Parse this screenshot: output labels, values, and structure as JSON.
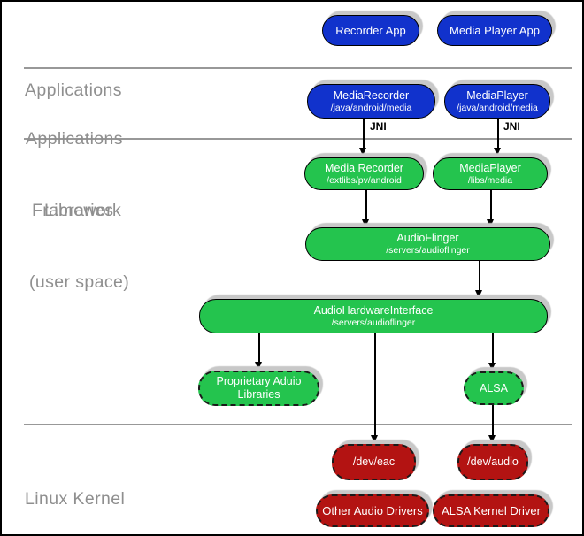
{
  "colors": {
    "blue": "#1132cc",
    "green": "#24c44e",
    "red": "#b31312",
    "label_gray": "#8f8f8f",
    "divider_gray": "#989898",
    "shadow": "#c8c8c8",
    "arrow": "#000000"
  },
  "layers": {
    "applications": "Applications",
    "framework": [
      "Applications",
      "Framework"
    ],
    "libraries": [
      "Libraries",
      "(user space)"
    ],
    "kernel": "Linux Kernel"
  },
  "edges": {
    "jni": "JNI"
  },
  "nodes": {
    "recorder_app": {
      "title": "Recorder App"
    },
    "media_player_app": {
      "title": "Media Player App"
    },
    "media_recorder_fw": {
      "title": "MediaRecorder",
      "path": "/java/android/media"
    },
    "media_player_fw": {
      "title": "MediaPlayer",
      "path": "/java/android/media"
    },
    "media_recorder_lib": {
      "title": "Media Recorder",
      "path": "/extlibs/pv/android"
    },
    "media_player_lib": {
      "title": "MediaPlayer",
      "path": "/libs/media"
    },
    "audio_flinger": {
      "title": "AudioFlinger",
      "path": "/servers/audioflinger"
    },
    "audio_hw_interface": {
      "title": "AudioHardwareInterface",
      "path": "/servers/audioflinger"
    },
    "proprietary_audio": {
      "title_lines": [
        "Proprietary Aduio",
        "Libraries"
      ]
    },
    "alsa": {
      "title": "ALSA"
    },
    "dev_eac": {
      "title": "/dev/eac"
    },
    "dev_audio": {
      "title": "/dev/audio"
    },
    "other_audio_drivers": {
      "title": "Other Audio Drivers"
    },
    "alsa_kernel_driver": {
      "title": "ALSA Kernel Driver"
    }
  }
}
